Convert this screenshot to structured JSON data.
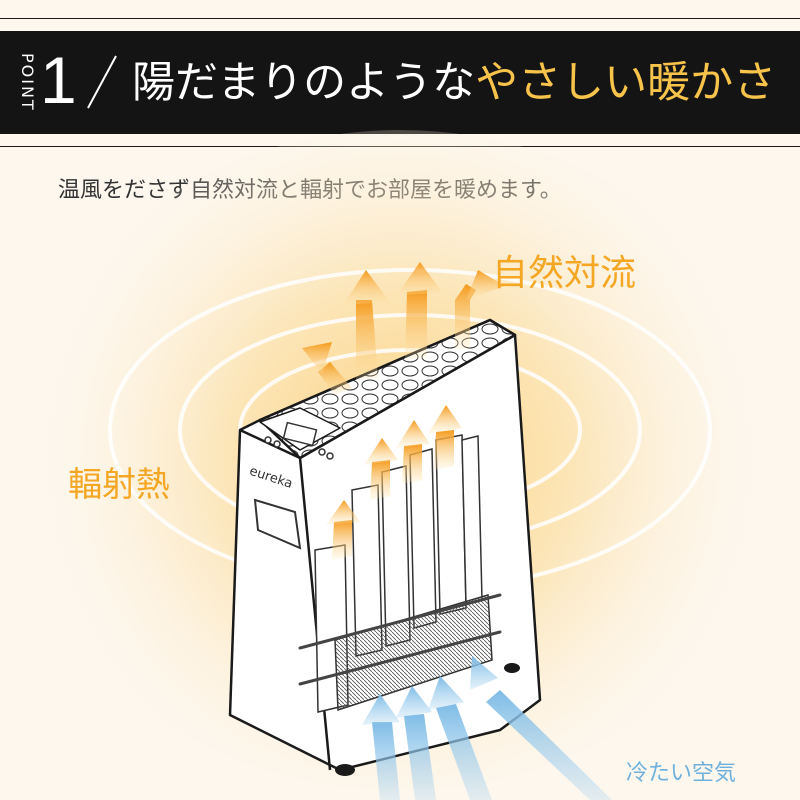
{
  "header": {
    "point_label": "POINT",
    "point_number": "1",
    "headline_white": "陽だまりのような",
    "headline_yellow": "やさしい暖かさ"
  },
  "subtitle": "温風をださず自然対流と輻射でお部屋を暖めます。",
  "labels": {
    "convection": "自然対流",
    "radiation": "輻射熱",
    "cold_air": "冷たい空気",
    "brand": "eureka"
  },
  "colors": {
    "banner_bg": "#141414",
    "accent_yellow": "#f7c34a",
    "label_orange": "#f5a623",
    "cold_blue": "#6fb1dc",
    "background": "#fdf7ee"
  }
}
